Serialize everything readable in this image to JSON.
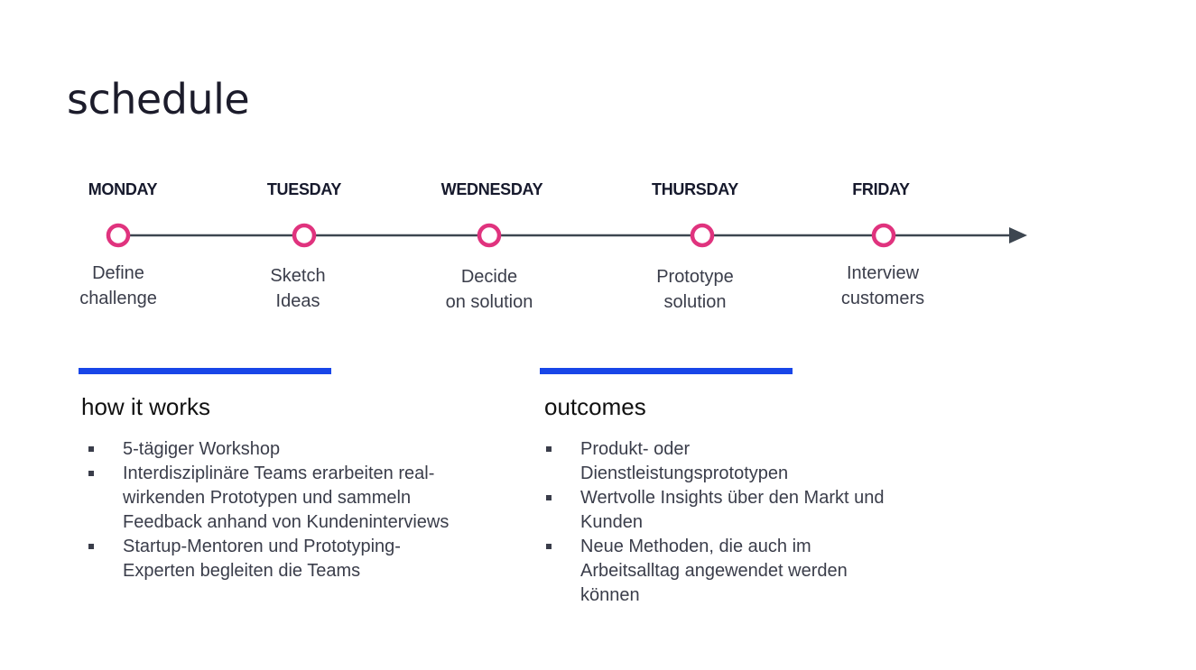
{
  "title": "schedule",
  "timeline": {
    "line_color": "#3d4650",
    "node_color": "#e0337e",
    "days": [
      {
        "name": "MONDAY",
        "desc": "Define\nchallenge"
      },
      {
        "name": "TUESDAY",
        "desc": "Sketch\nIdeas"
      },
      {
        "name": "WEDNESDAY",
        "desc": "Decide\non solution"
      },
      {
        "name": "THURSDAY",
        "desc": "Prototype\nsolution"
      },
      {
        "name": "FRIDAY",
        "desc": "Interview\ncustomers"
      }
    ]
  },
  "accent_color": "#1846e8",
  "how_it_works": {
    "heading": "how it works",
    "items": [
      "5-tägiger Workshop",
      "Interdisziplinäre Teams erarbeiten real-wirkenden Prototypen und sammeln Feedback anhand von Kundeninterviews",
      "Startup-Mentoren und Prototyping-Experten begleiten die Teams"
    ]
  },
  "outcomes": {
    "heading": "outcomes",
    "items": [
      "Produkt- oder Dienstleistungsprototypen",
      "Wertvolle Insights über den Markt und Kunden",
      "Neue Methoden, die auch im Arbeitsalltag angewendet werden können"
    ]
  }
}
